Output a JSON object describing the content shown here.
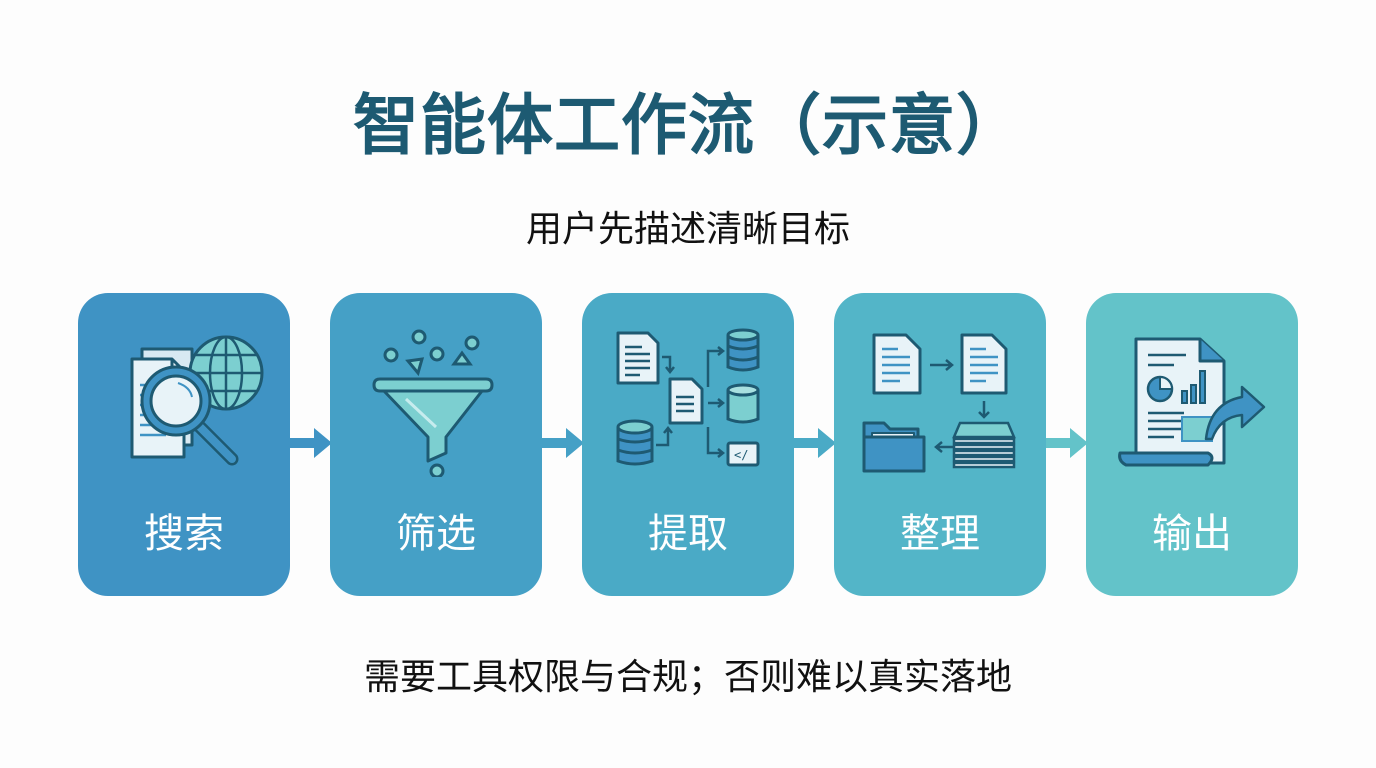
{
  "title": "智能体工作流（示意）",
  "subtitle": "用户先描述清晰目标",
  "steps": [
    {
      "label": "搜索",
      "icon": "search-documents-globe-icon",
      "color": "#3f93c4"
    },
    {
      "label": "筛选",
      "icon": "funnel-filter-icon",
      "color": "#45a0c6"
    },
    {
      "label": "提取",
      "icon": "data-extraction-icon",
      "color": "#4aaac6"
    },
    {
      "label": "整理",
      "icon": "organize-documents-folder-icon",
      "color": "#53b5c8"
    },
    {
      "label": "输出",
      "icon": "report-export-icon",
      "color": "#63c3c9"
    }
  ],
  "footer": "需要工具权限与合规；否则难以真实落地",
  "colors": {
    "title": "#1d5a72",
    "icon_stroke": "#1e5a72",
    "icon_fill_light": "#e8f3f8",
    "icon_fill_teal": "#7ccfd0"
  }
}
